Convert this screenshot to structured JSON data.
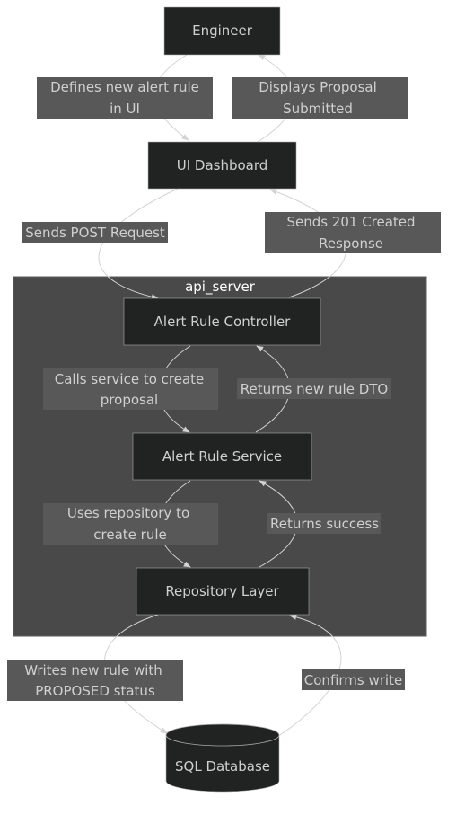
{
  "diagram": {
    "cluster": {
      "label": "api_server"
    },
    "nodes": {
      "engineer": "Engineer",
      "ui_dashboard": "UI Dashboard",
      "controller": "Alert Rule Controller",
      "service": "Alert Rule Service",
      "repository": "Repository Layer",
      "database": "SQL Database"
    },
    "edges": {
      "defines": [
        "Defines new alert rule",
        "in UI"
      ],
      "displays": [
        "Displays Proposal",
        "Submitted"
      ],
      "post": [
        "Sends POST Request"
      ],
      "created": [
        "Sends 201 Created",
        "Response"
      ],
      "calls": [
        "Calls service to create",
        "proposal"
      ],
      "returns_dto": [
        "Returns new rule DTO"
      ],
      "uses_repo": [
        "Uses repository to",
        "create rule"
      ],
      "returns_success": [
        "Returns success"
      ],
      "writes": [
        "Writes new rule with",
        "PROPOSED status"
      ],
      "confirms": [
        "Confirms write"
      ]
    }
  },
  "colors": {
    "cluster_bg": "#484948",
    "node_bg": "#212322",
    "label_bg": "#585858",
    "text": "#d0d0d0",
    "edge": "#d3d3d3"
  }
}
